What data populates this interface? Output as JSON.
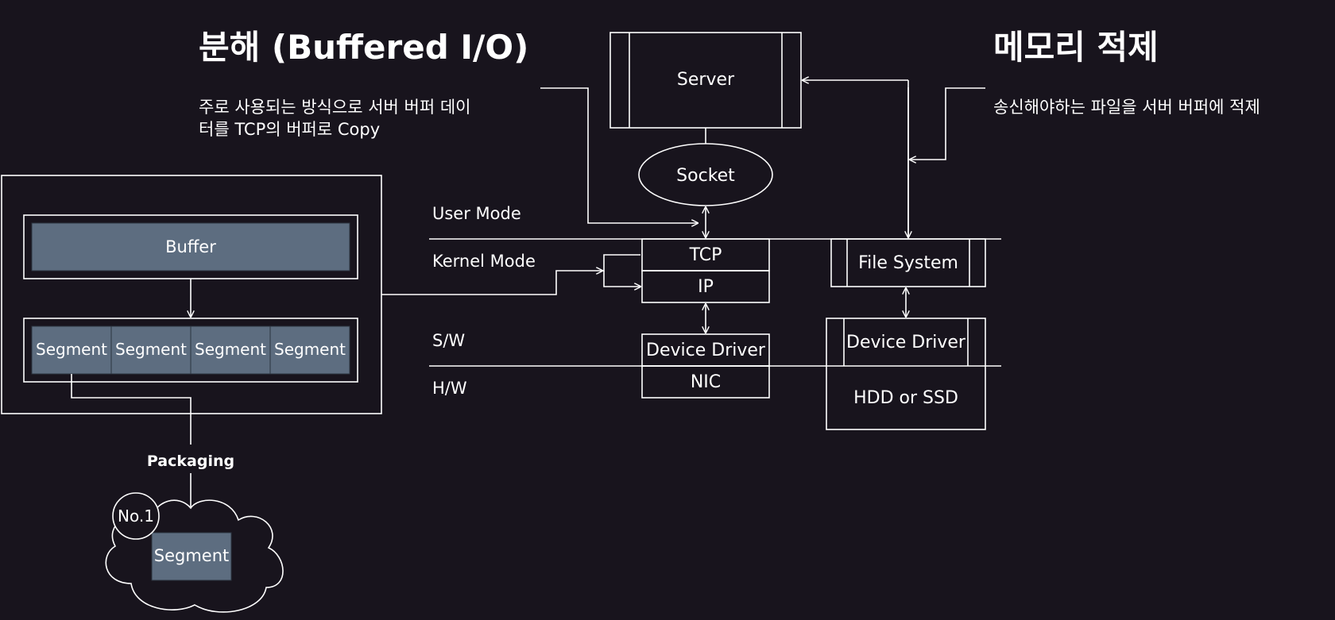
{
  "titles": {
    "left": "분해 (Buffered I/O)",
    "right": "메모리 적제"
  },
  "descriptions": {
    "left_line1": "주로 사용되는 방식으로 서버 버퍼 데이",
    "left_line2": "터를 TCP의 버퍼로 Copy",
    "right": "송신해야하는 파일을 서버 버퍼에 적제"
  },
  "modes": {
    "user": "User Mode",
    "kernel": "Kernel Mode",
    "sw": "S/W",
    "hw": "H/W"
  },
  "nodes": {
    "server": "Server",
    "socket": "Socket",
    "tcp": "TCP",
    "ip": "IP",
    "net_driver": "Device Driver",
    "nic": "NIC",
    "file_system": "File System",
    "disk_driver": "Device Driver",
    "storage": "HDD or SSD"
  },
  "buffer_panel": {
    "buffer": "Buffer",
    "segments": [
      "Segment",
      "Segment",
      "Segment",
      "Segment"
    ]
  },
  "packaging": {
    "label": "Packaging",
    "badge": "No.1",
    "segment": "Segment"
  }
}
